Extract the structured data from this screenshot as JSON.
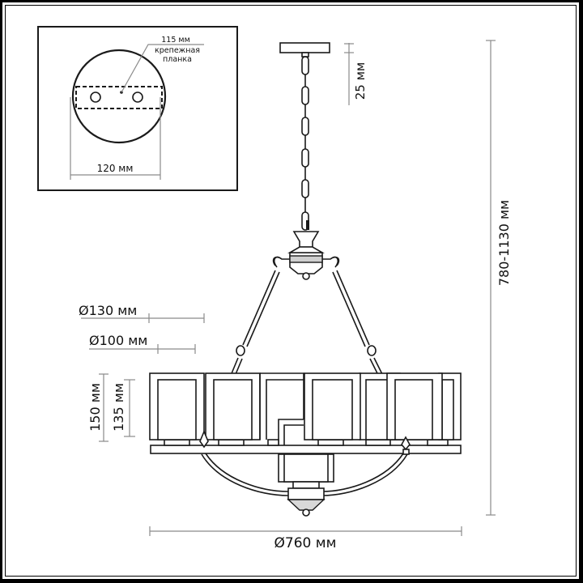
{
  "inset": {
    "strip_length_label": "115 мм",
    "strip_name_line1": "крепежная",
    "strip_name_line2": "планка",
    "canopy_diameter_label": "120 мм"
  },
  "dimensions": {
    "canopy_height_label": "25 мм",
    "total_height_label": "780-1130 мм",
    "shade_outer_diameter_label": "Ø130 мм",
    "shade_inner_diameter_label": "Ø100 мм",
    "shade_outer_height_label": "150 мм",
    "shade_inner_height_label": "135 мм",
    "overall_diameter_label": "Ø760 мм"
  },
  "colors": {
    "line": "#1a1a1a",
    "dimension_line": "#8a8a8a",
    "background": "#ffffff"
  }
}
